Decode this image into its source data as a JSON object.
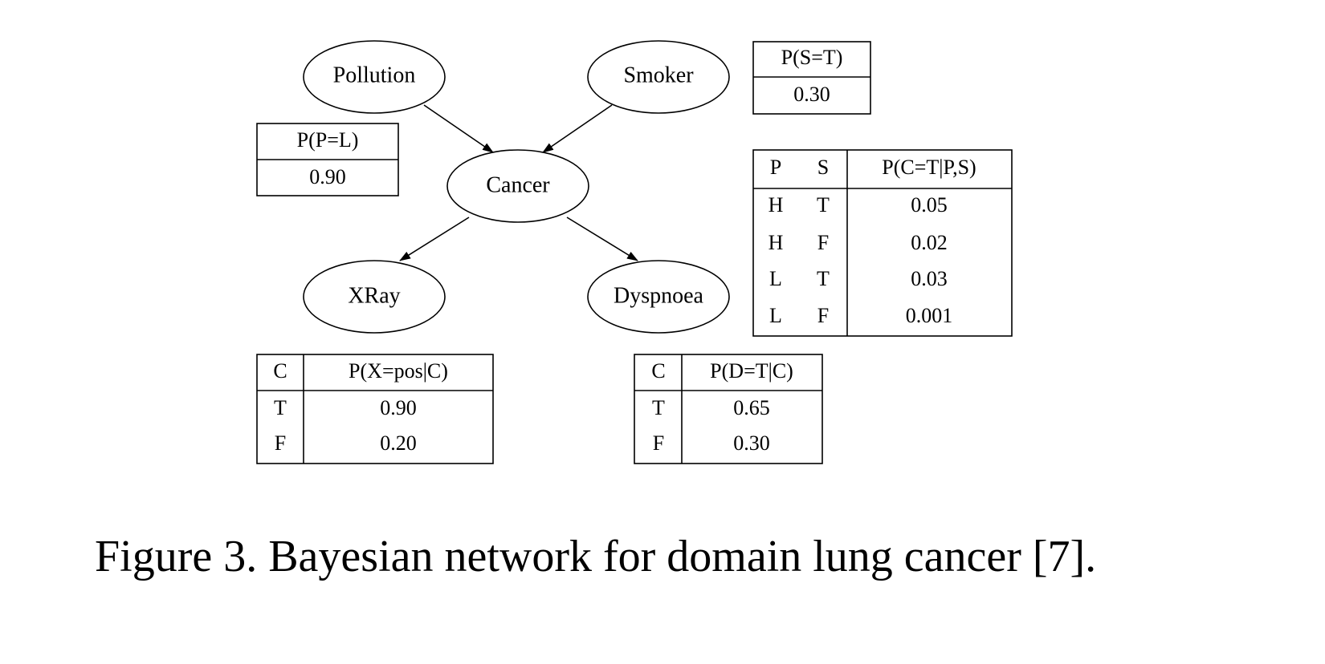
{
  "nodes": {
    "pollution": "Pollution",
    "smoker": "Smoker",
    "cancer": "Cancer",
    "xray": "XRay",
    "dyspnoea": "Dyspnoea"
  },
  "cpt_smoker": {
    "header": "P(S=T)",
    "value": "0.30"
  },
  "cpt_pollution": {
    "header": "P(P=L)",
    "value": "0.90"
  },
  "cpt_cancer": {
    "headers": [
      "P",
      "S",
      "P(C=T|P,S)"
    ],
    "rows": [
      [
        "H",
        "T",
        "0.05"
      ],
      [
        "H",
        "F",
        "0.02"
      ],
      [
        "L",
        "T",
        "0.03"
      ],
      [
        "L",
        "F",
        "0.001"
      ]
    ]
  },
  "cpt_xray": {
    "headers": [
      "C",
      "P(X=pos|C)"
    ],
    "rows": [
      [
        "T",
        "0.90"
      ],
      [
        "F",
        "0.20"
      ]
    ]
  },
  "cpt_dyspnoea": {
    "headers": [
      "C",
      "P(D=T|C)"
    ],
    "rows": [
      [
        "T",
        "0.65"
      ],
      [
        "F",
        "0.30"
      ]
    ]
  },
  "caption": "Figure 3. Bayesian network for domain lung cancer [7]."
}
